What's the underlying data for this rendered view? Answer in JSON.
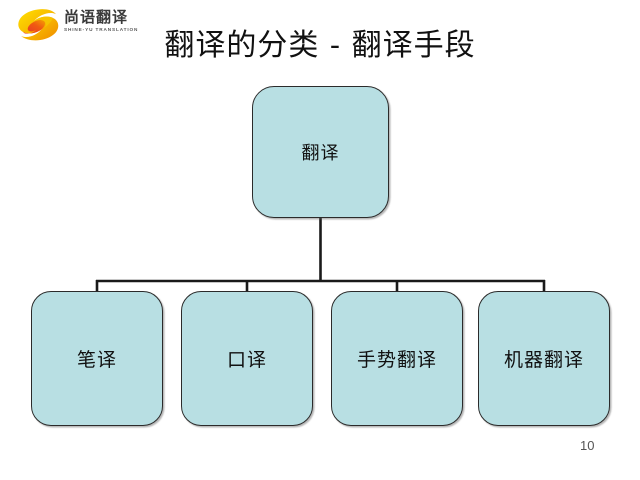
{
  "slide": {
    "background_color": "#ffffff",
    "title": "翻译的分类 - 翻译手段",
    "page_number": "10"
  },
  "logo": {
    "icon_name": "spiral-swirl-logo-icon",
    "brand_cn": "尚语翻译",
    "brand_en": "SHINE-YU TRANSLATION",
    "colors": {
      "swirl_yellow": "#f6d000",
      "swirl_orange": "#f08a00",
      "swirl_red": "#e8332a"
    }
  },
  "diagram": {
    "type": "org-chart",
    "node_fill": "#b8dfe3",
    "node_border": "#2b2b2b",
    "connector_color": "#1a1a1a",
    "root": {
      "label": "翻译"
    },
    "children": [
      {
        "label": "笔译"
      },
      {
        "label": "口译"
      },
      {
        "label": "手势翻译"
      },
      {
        "label": "机器翻译"
      }
    ]
  }
}
